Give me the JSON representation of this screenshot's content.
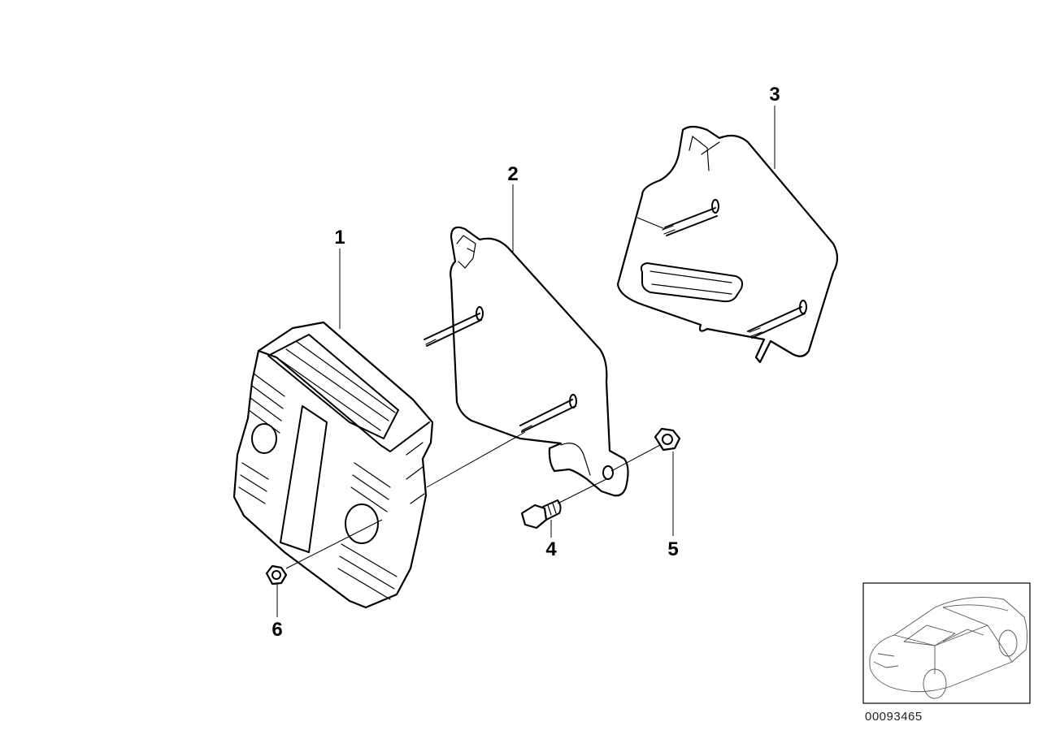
{
  "parts": [
    {
      "id": "part-1",
      "number": "1"
    },
    {
      "id": "part-2",
      "number": "2"
    },
    {
      "id": "part-3",
      "number": "3"
    },
    {
      "id": "part-4",
      "number": "4"
    },
    {
      "id": "part-5",
      "number": "5"
    },
    {
      "id": "part-6",
      "number": "6"
    }
  ],
  "document_number": "00093465"
}
